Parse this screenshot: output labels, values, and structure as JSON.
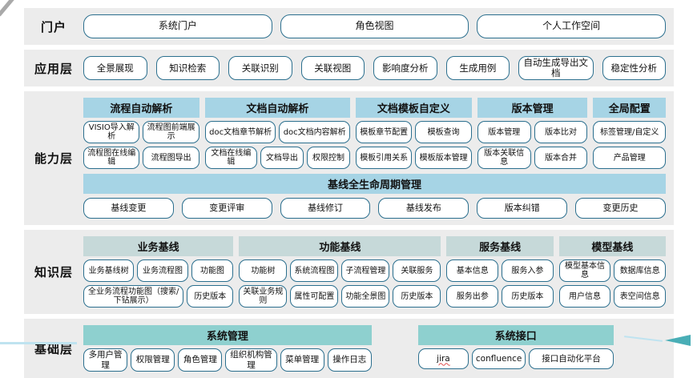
{
  "colors": {
    "capability_header": "#a6d4e5",
    "knowledge_header": "#c6d9d9",
    "foundation_header": "#8ed0cf",
    "node_border": "#2b6f8e",
    "band_background": "#ececec",
    "arrow_accent": "#49aeb6",
    "spellcheck_underline": "#e04f4f"
  },
  "portal": {
    "label": "门户",
    "items": [
      "系统门户",
      "角色视图",
      "个人工作空间"
    ]
  },
  "app": {
    "label": "应用层",
    "items": [
      "全景展现",
      "知识检索",
      "关联识别",
      "关联视图",
      "影响度分析",
      "生成用例",
      "自动生成导出文档",
      "稳定性分析"
    ]
  },
  "cap": {
    "label": "能力层",
    "groups": [
      {
        "title": "流程自动解析",
        "row1": [
          "VISIO导入解析",
          "流程图前端展示"
        ],
        "row2": [
          "流程图在线编辑",
          "流程图导出"
        ]
      },
      {
        "title": "文档自动解析",
        "row1": [
          "doc文档章节解析",
          "doc文档内容解析"
        ],
        "row2": [
          "文档在线编辑",
          "文档导出",
          "权限控制"
        ]
      },
      {
        "title": "文档模板自定义",
        "row1": [
          "模板章节配置",
          "模板查询"
        ],
        "row2": [
          "模板引用关系",
          "模板版本管理"
        ]
      },
      {
        "title": "版本管理",
        "row1": [
          "版本管理",
          "版本比对"
        ],
        "row2": [
          "版本关联信息",
          "版本合并"
        ]
      },
      {
        "title": "全局配置",
        "row1": [
          "标签管理/自定义"
        ],
        "row2": [
          "产品管理"
        ]
      }
    ],
    "baseline": {
      "title": "基线全生命周期管理",
      "items": [
        "基线变更",
        "变更评审",
        "基线修订",
        "基线发布",
        "版本纠错",
        "变更历史"
      ]
    }
  },
  "knowledge": {
    "label": "知识层",
    "groups": [
      {
        "title": "业务基线",
        "row1": [
          "业务基线树",
          "业务流程图",
          "功能图"
        ],
        "row2": [
          "全业务流程功能图（搜索/下钻展示）",
          "历史版本"
        ]
      },
      {
        "title": "功能基线",
        "row1": [
          "功能树",
          "系统流程图",
          "子流程管理",
          "关联服务"
        ],
        "row2": [
          "关联业务规则",
          "属性可配置",
          "功能全景图",
          "历史版本"
        ]
      },
      {
        "title": "服务基线",
        "row1": [
          "基本信息",
          "服务入参"
        ],
        "row2": [
          "服务出参",
          "历史版本"
        ]
      },
      {
        "title": "模型基线",
        "row1": [
          "模型基本信息",
          "数据库信息"
        ],
        "row2": [
          "用户信息",
          "表空间信息"
        ]
      }
    ]
  },
  "foundation": {
    "label": "基础层",
    "mgmt": {
      "title": "系统管理",
      "items": [
        "多用户管理",
        "权限管理",
        "角色管理",
        "组织机构管理",
        "菜单管理",
        "操作日志"
      ]
    },
    "interfaces": {
      "title": "系统接口",
      "items": [
        "jira",
        "confluence",
        "接口自动化平台"
      ]
    }
  }
}
